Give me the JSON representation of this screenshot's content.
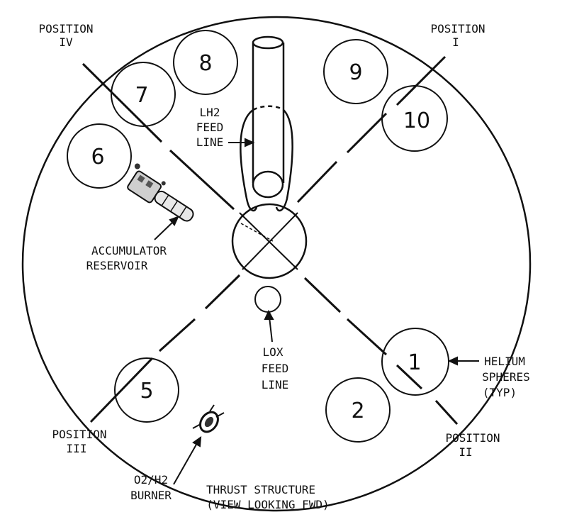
{
  "positions": {
    "iv": {
      "line1": "POSITION",
      "line2": "IV"
    },
    "i": {
      "line1": "POSITION",
      "line2": "I"
    },
    "iii": {
      "line1": "POSITION",
      "line2": "III"
    },
    "ii": {
      "line1": "POSITION",
      "line2": "II"
    }
  },
  "spheres": {
    "s1": "1",
    "s2": "2",
    "s5": "5",
    "s6": "6",
    "s7": "7",
    "s8": "8",
    "s9": "9",
    "s10": "10"
  },
  "labels": {
    "lh2": {
      "line1": "LH2",
      "line2": "FEED",
      "line3": "LINE"
    },
    "accumulator": {
      "line1": "ACCUMULATOR",
      "line2": "RESERVOIR"
    },
    "lox": {
      "line1": "LOX",
      "line2": "FEED",
      "line3": "LINE"
    },
    "helium": {
      "line1": "HELIUM",
      "line2": "SPHERES",
      "line3": "(TYP)"
    },
    "burner": {
      "line1": "O2/H2",
      "line2": "BURNER"
    },
    "caption": {
      "line1": "THRUST STRUCTURE",
      "line2": "(VIEW LOOKING FWD)"
    }
  }
}
